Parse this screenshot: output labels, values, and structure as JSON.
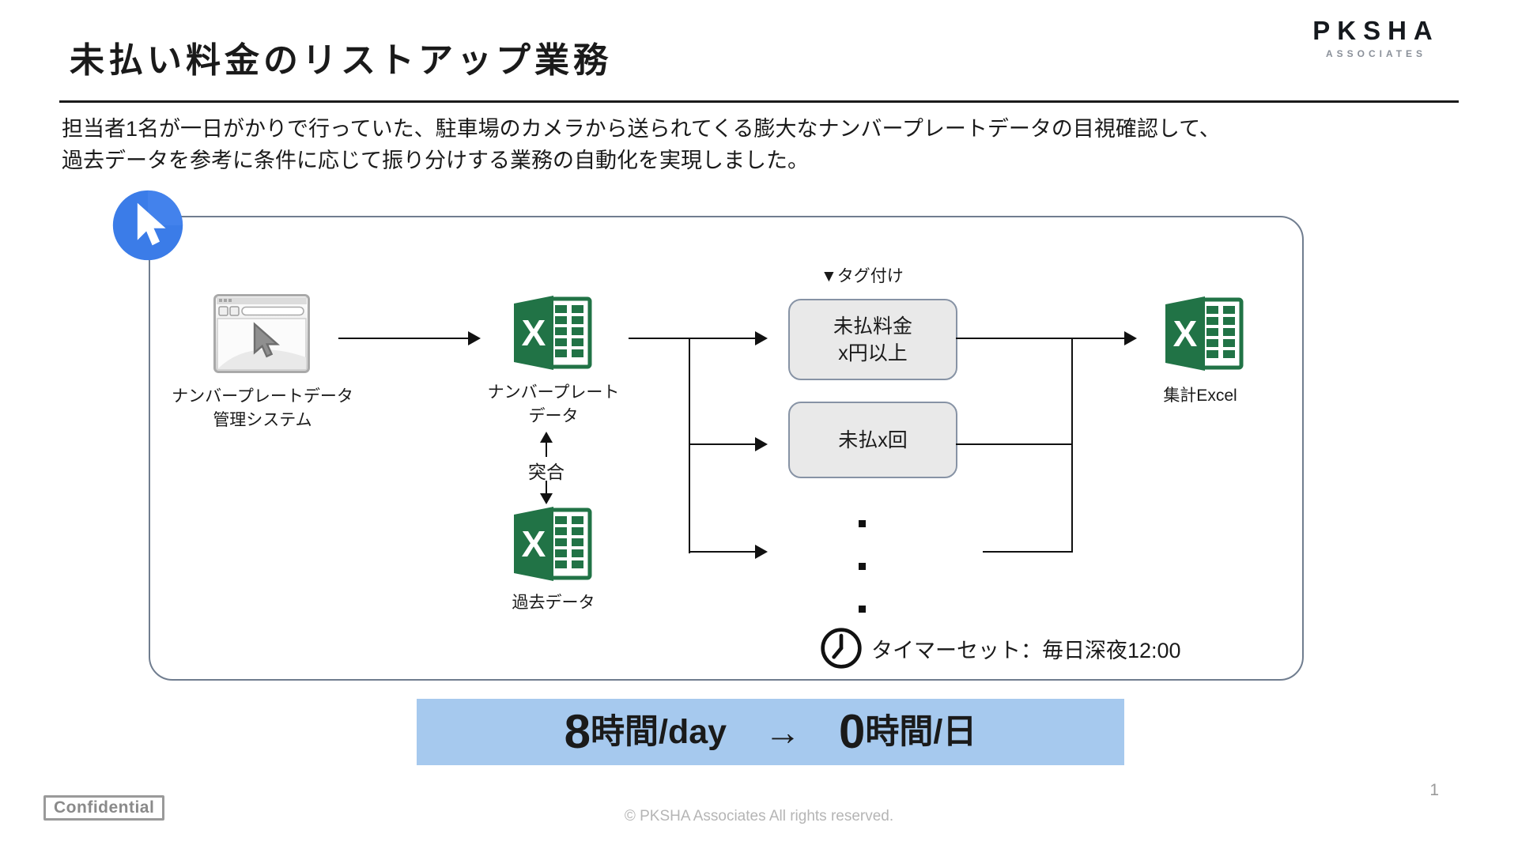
{
  "colors": {
    "excel_green": "#217346",
    "banner_blue": "#A6C9EE",
    "cursor_badge_blue": "#3B7CE8",
    "frame_border": "#707D8F",
    "tag_box_fill": "#E9E9E9",
    "tag_box_border": "#8793A5"
  },
  "header": {
    "title": "未払い料金のリストアップ業務",
    "logo_main": "PKSHA",
    "logo_sub": "ASSOCIATES"
  },
  "intro": {
    "line1": "担当者1名が一日がかりで行っていた、駐車場のカメラから送られてくる膨大なナンバープレートデータの目視確認して、",
    "line2": "過去データを参考に条件に応じて振り分けする業務の自動化を実現しました。"
  },
  "diagram": {
    "source_label_line1": "ナンバープレートデータ",
    "source_label_line2": "管理システム",
    "plate_excel_label_line1": "ナンバープレート",
    "plate_excel_label_line2": "データ",
    "matching_label": "突合",
    "past_excel_label": "過去データ",
    "tagging_label": "▼タグ付け",
    "tag_box1_line1": "未払料金",
    "tag_box1_line2": "x円以上",
    "tag_box2_label": "未払x回",
    "timer_label": "タイマーセット：毎日深夜12:00",
    "result_excel_label": "集計Excel",
    "icons": {
      "cursor_badge": "blue-circle-with-white-mouse-cursor",
      "source_system": "browser-window-with-cursor",
      "plate_excel": "excel-spreadsheet",
      "past_excel": "excel-spreadsheet",
      "result_excel": "excel-spreadsheet",
      "timer": "clock",
      "ellipsis": "three-vertical-dots"
    }
  },
  "banner": {
    "before_value": "8",
    "before_unit": "時間/day",
    "arrow": "→",
    "after_value": "0",
    "after_unit": "時間/日"
  },
  "footer": {
    "confidential": "Confidential",
    "copyright": "© PKSHA Associates All rights reserved.",
    "page_number": "1"
  }
}
